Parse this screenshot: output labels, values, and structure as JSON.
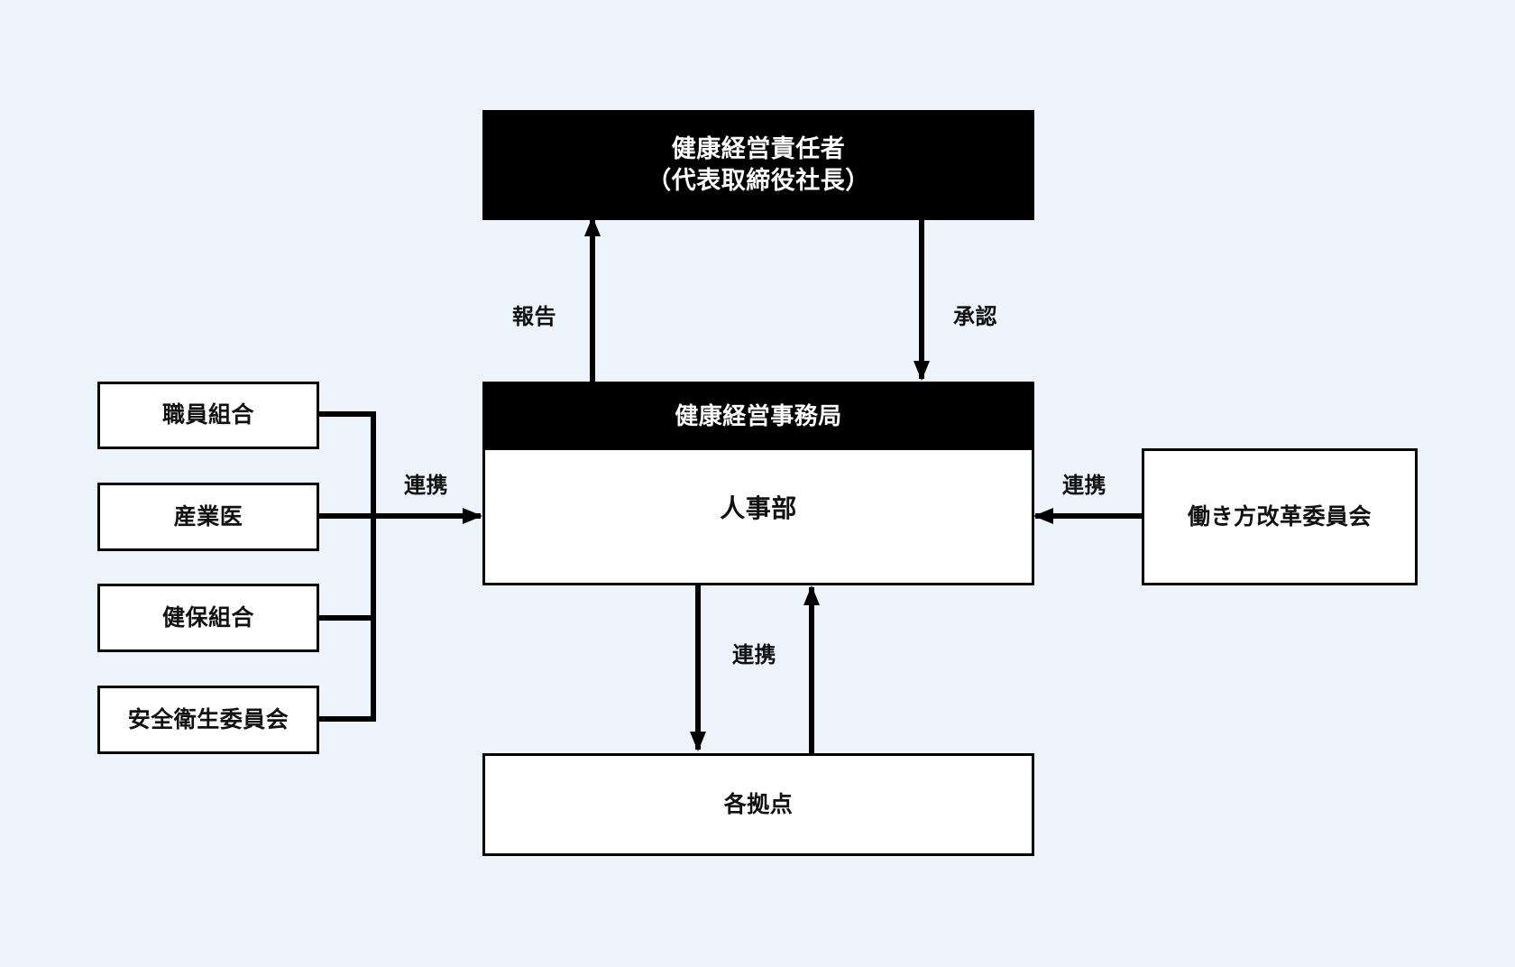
{
  "nodes": {
    "ceo": {
      "line1": "健康経営責任者",
      "line2": "（代表取締役社長）"
    },
    "office": {
      "header": "健康経営事務局",
      "body": "人事部"
    },
    "left": [
      "職員組合",
      "産業医",
      "健保組合",
      "安全衛生委員会"
    ],
    "right": "働き方改革委員会",
    "bottom": "各拠点"
  },
  "edge_labels": {
    "report": "報告",
    "approval": "承認",
    "cooperation_left": "連携",
    "cooperation_right": "連携",
    "cooperation_bottom": "連携"
  },
  "colors": {
    "background": "#edf4fb",
    "dark_fill": "#000000",
    "box_fill": "#ffffff",
    "line": "#000000"
  }
}
